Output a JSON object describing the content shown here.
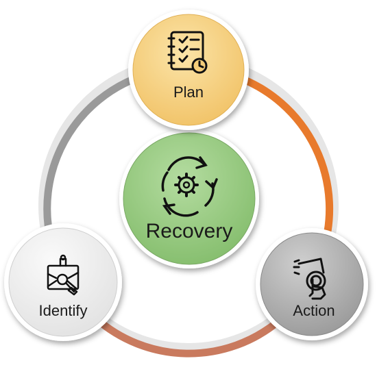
{
  "diagram": {
    "center": {
      "label": "Recovery",
      "icon": "gear-cycle-icon",
      "fill": "#8fc67a"
    },
    "nodes": [
      {
        "id": "plan",
        "label": "Plan",
        "icon": "checklist-clock-icon",
        "fill": "#f5cd7a"
      },
      {
        "id": "action",
        "label": "Action",
        "icon": "touch-press-icon",
        "fill": "#a9a9a9"
      },
      {
        "id": "identify",
        "label": "Identify",
        "icon": "map-search-icon",
        "fill": "#ececec"
      }
    ],
    "arcs": [
      {
        "from": "plan",
        "to": "action",
        "color": "#e87a2c"
      },
      {
        "from": "action",
        "to": "identify",
        "color": "#c97a5e"
      },
      {
        "from": "identify",
        "to": "plan",
        "color": "#9a9a9a"
      }
    ]
  }
}
